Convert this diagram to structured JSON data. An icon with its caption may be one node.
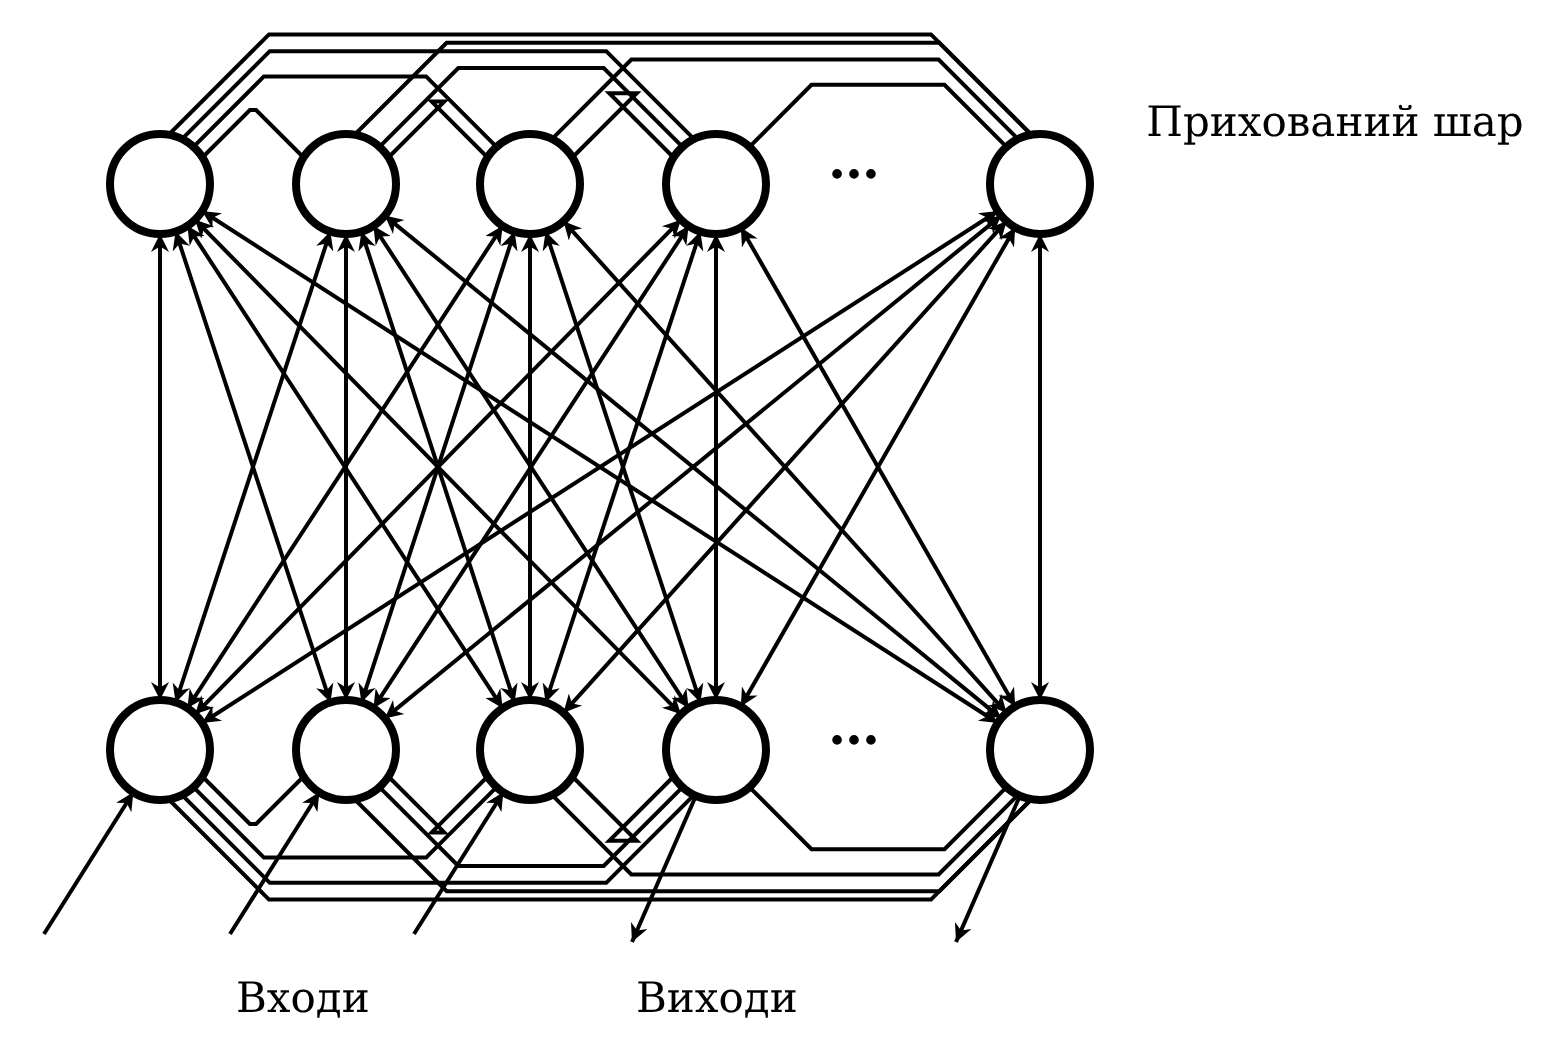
{
  "diagram": {
    "nodes": [
      {
        "text": [],
        "shape": "circle"
      },
      {
        "text": [],
        "shape": "circle"
      },
      {
        "text": [],
        "shape": "circle"
      },
      {
        "text": [],
        "shape": "circle"
      },
      {
        "text": [],
        "shape": "circle"
      },
      {
        "text": [],
        "shape": "circle"
      },
      {
        "text": [],
        "shape": "circle"
      },
      {
        "text": [],
        "shape": "circle"
      },
      {
        "text": [],
        "shape": "circle"
      },
      {
        "text": [],
        "shape": "circle"
      }
    ],
    "edges": [
      {
        "from": 0,
        "to": 1,
        "arrow": "none"
      },
      {
        "from": 1,
        "to": 2,
        "arrow": "none"
      },
      {
        "from": 2,
        "to": 3,
        "arrow": "none"
      },
      {
        "from": 3,
        "to": 4,
        "arrow": "none"
      },
      {
        "from": 0,
        "to": 2,
        "arrow": "none"
      },
      {
        "from": 1,
        "to": 3,
        "arrow": "none"
      },
      {
        "from": 2,
        "to": 4,
        "arrow": "none"
      },
      {
        "from": 0,
        "to": 3,
        "arrow": "none"
      },
      {
        "from": 1,
        "to": 4,
        "arrow": "none"
      },
      {
        "from": 0,
        "to": 4,
        "arrow": "none"
      },
      {
        "from": 0,
        "to": 5,
        "arrow": "both"
      },
      {
        "from": 0,
        "to": 6,
        "arrow": "both"
      },
      {
        "from": 0,
        "to": 7,
        "arrow": "both"
      },
      {
        "from": 0,
        "to": 8,
        "arrow": "both"
      },
      {
        "from": 0,
        "to": 9,
        "arrow": "both"
      },
      {
        "from": 1,
        "to": 5,
        "arrow": "both"
      },
      {
        "from": 1,
        "to": 6,
        "arrow": "both"
      },
      {
        "from": 1,
        "to": 7,
        "arrow": "both"
      },
      {
        "from": 1,
        "to": 8,
        "arrow": "both"
      },
      {
        "from": 1,
        "to": 9,
        "arrow": "both"
      },
      {
        "from": 2,
        "to": 5,
        "arrow": "both"
      },
      {
        "from": 2,
        "to": 6,
        "arrow": "both"
      },
      {
        "from": 2,
        "to": 7,
        "arrow": "both"
      },
      {
        "from": 2,
        "to": 8,
        "arrow": "both"
      },
      {
        "from": 2,
        "to": 9,
        "arrow": "both"
      },
      {
        "from": 3,
        "to": 5,
        "arrow": "both"
      },
      {
        "from": 3,
        "to": 6,
        "arrow": "both"
      },
      {
        "from": 3,
        "to": 7,
        "arrow": "both"
      },
      {
        "from": 3,
        "to": 8,
        "arrow": "both"
      },
      {
        "from": 3,
        "to": 9,
        "arrow": "both"
      },
      {
        "from": 4,
        "to": 5,
        "arrow": "both"
      },
      {
        "from": 4,
        "to": 6,
        "arrow": "both"
      },
      {
        "from": 4,
        "to": 7,
        "arrow": "both"
      },
      {
        "from": 4,
        "to": 8,
        "arrow": "both"
      },
      {
        "from": 4,
        "to": 9,
        "arrow": "both"
      },
      {
        "from": 5,
        "to": 6,
        "arrow": "none"
      },
      {
        "from": 6,
        "to": 7,
        "arrow": "none"
      },
      {
        "from": 7,
        "to": 8,
        "arrow": "none"
      },
      {
        "from": 8,
        "to": 9,
        "arrow": "none"
      },
      {
        "from": 5,
        "to": 7,
        "arrow": "none"
      },
      {
        "from": 6,
        "to": 8,
        "arrow": "none"
      },
      {
        "from": 7,
        "to": 9,
        "arrow": "none"
      },
      {
        "from": 5,
        "to": 8,
        "arrow": "none"
      },
      {
        "from": 6,
        "to": 9,
        "arrow": "none"
      },
      {
        "from": 5,
        "to": 9,
        "arrow": "none"
      },
      {
        "from": null,
        "to": 5,
        "arrow": "to"
      },
      {
        "from": null,
        "to": 6,
        "arrow": "to"
      },
      {
        "from": null,
        "to": 7,
        "arrow": "to"
      },
      {
        "from": 8,
        "to": null,
        "arrow": "to"
      },
      {
        "from": 9,
        "to": null,
        "arrow": "to"
      }
    ],
    "labels": [
      "…",
      "Прихований шар",
      "…",
      "Входи",
      "Виходи"
    ]
  }
}
